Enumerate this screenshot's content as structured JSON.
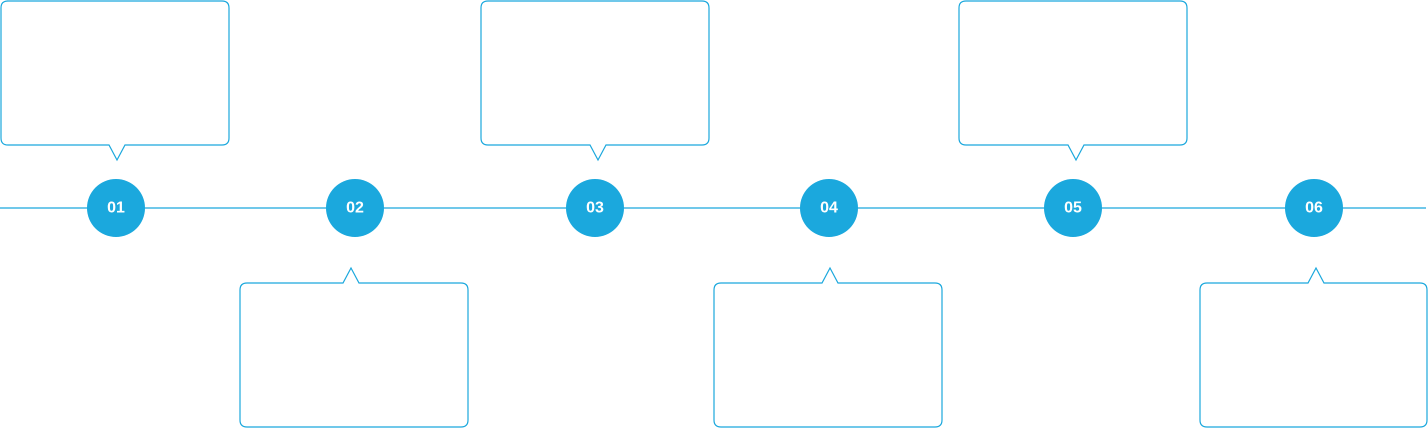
{
  "colors": {
    "accent": "#1ba8dd",
    "background": "#ffffff",
    "label": "#ffffff"
  },
  "nodes": [
    {
      "label": "01",
      "callout": "above"
    },
    {
      "label": "02",
      "callout": "below"
    },
    {
      "label": "03",
      "callout": "above"
    },
    {
      "label": "04",
      "callout": "below"
    },
    {
      "label": "05",
      "callout": "above"
    },
    {
      "label": "06",
      "callout": "below"
    }
  ]
}
